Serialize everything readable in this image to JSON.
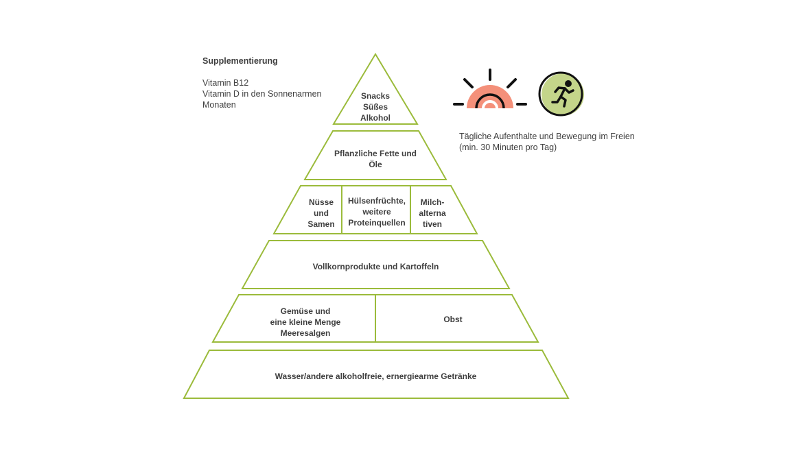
{
  "supplement": {
    "title": "Supplementierung",
    "lines": [
      "Vitamin B12",
      "Vitamin D in den Sonnenarmen",
      "Monaten"
    ]
  },
  "outdoor": {
    "lines": [
      "Tägliche Aufenthalte und Bewegung im Freien",
      "(min. 30 Minuten pro Tag)"
    ],
    "icons": [
      "sun-icon",
      "running-person-icon"
    ]
  },
  "pyramid": {
    "tier1": "Snacks\nSüßes\nAlkohol",
    "tier2": "Pflanzliche Fette und\nÖle",
    "tier3": [
      "Nüsse\nund\nSamen",
      "Hülsenfrüchte,\nweitere\nProteinquellen",
      "Milch-\nalterna\ntiven"
    ],
    "tier4": "Vollkornprodukte und Kartoffeln",
    "tier5": [
      "Gemüse und\neine kleine Menge\nMeeresalgen",
      "Obst"
    ],
    "tier6": "Wasser/andere alkoholfreie, ernergiearme Getränke"
  },
  "colors": {
    "outline": "#9bbb3b",
    "sun": "#f4907a",
    "runner_bg": "#c4d58a",
    "text": "#404040"
  }
}
